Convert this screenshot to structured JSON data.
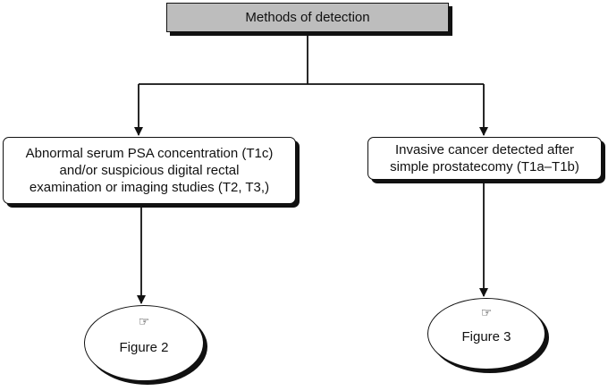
{
  "diagram": {
    "root": {
      "label": "Methods of detection"
    },
    "left_branch": {
      "lines": [
        "Abnormal serum PSA concentration (T1c)",
        "and/or suspicious digital rectal",
        "examination or imaging studies (T2, T3,)"
      ],
      "target": {
        "icon": "pointing-hand-icon",
        "label": "Figure 2"
      }
    },
    "right_branch": {
      "lines": [
        "Invasive cancer detected after",
        "simple prostatecomy (T1a–T1b)"
      ],
      "target": {
        "icon": "pointing-hand-icon",
        "label": "Figure 3"
      }
    }
  }
}
